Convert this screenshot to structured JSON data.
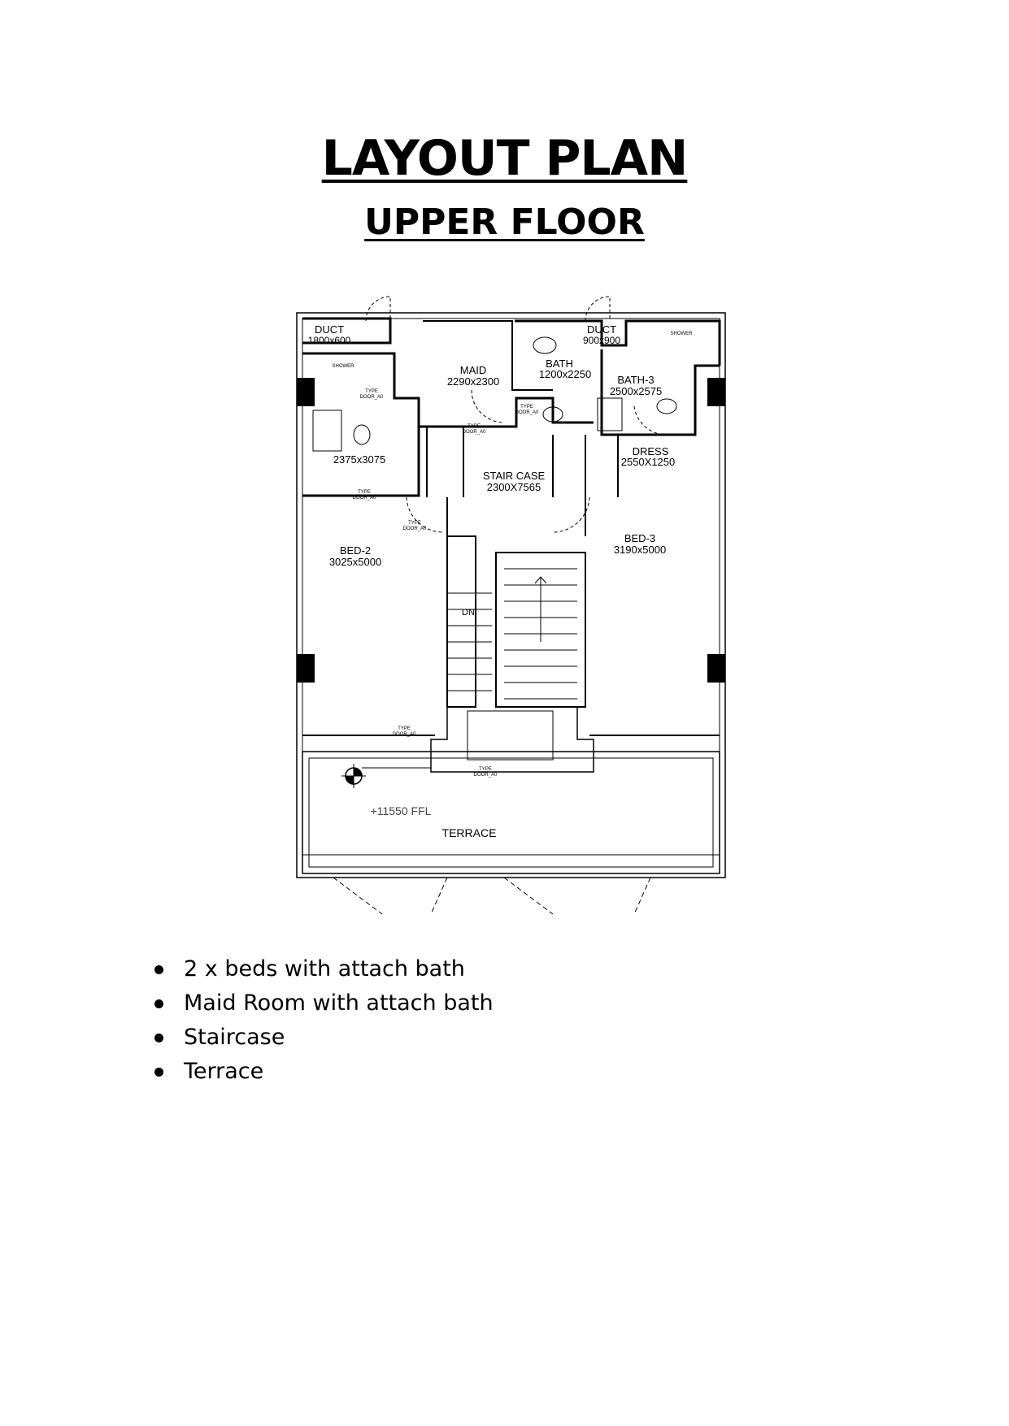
{
  "document": {
    "title": "LAYOUT PLAN",
    "subtitle": "UPPER FLOOR"
  },
  "plan": {
    "rooms": {
      "duct_1": {
        "name": "DUCT",
        "size": "1800x600"
      },
      "duct_2": {
        "name": "DUCT",
        "size": "900x900"
      },
      "maid": {
        "name": "MAID",
        "size": "2290x2300"
      },
      "bath": {
        "name": "BATH",
        "size": "1200x2250"
      },
      "bath_3": {
        "name": "BATH-3",
        "size": "2500x2575"
      },
      "bath_2": {
        "size": "2375x3075"
      },
      "dress": {
        "name": "DRESS",
        "size": "2550X1250"
      },
      "staircase": {
        "name": "STAIR CASE",
        "size": "2300X7565"
      },
      "bed_2": {
        "name": "BED-2",
        "size": "3025x5000"
      },
      "bed_3": {
        "name": "BED-3",
        "size": "3190x5000"
      },
      "terrace": {
        "name": "TERRACE"
      }
    },
    "level": "+11550 FFL",
    "stair_dir": "DN",
    "shower": "SHOWER",
    "door_tag_top": "TYPE",
    "door_tag_bottom": "DOOR_A0"
  },
  "features": [
    "2 x beds with attach bath",
    "Maid Room with attach bath",
    "Staircase",
    "Terrace"
  ]
}
